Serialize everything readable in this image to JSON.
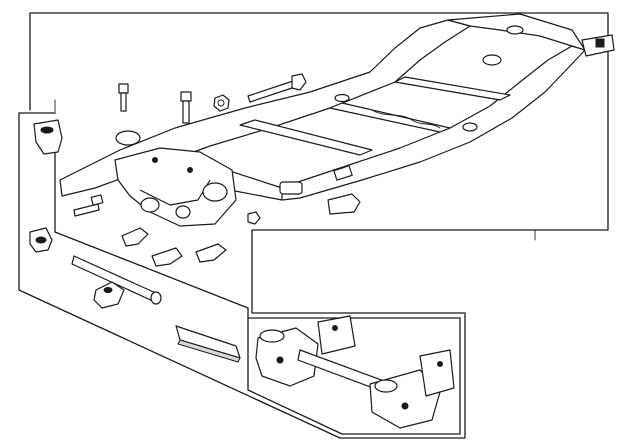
{
  "diagram": {
    "background": "#ffffff",
    "line_color": "#1a1a1a",
    "callout_frames": [
      {
        "name": "main-frame-assembly-box"
      },
      {
        "name": "crossmember-group-bracket"
      },
      {
        "name": "rear-crossmember-detail-box"
      }
    ],
    "parts": [
      {
        "name": "frame-assembly",
        "icon": "chassis-frame-icon"
      },
      {
        "name": "front-crossmember",
        "icon": "crossmember-icon"
      },
      {
        "name": "body-mount-bracket",
        "icon": "bracket-icon"
      },
      {
        "name": "mount-bolt-long",
        "icon": "bolt-icon"
      },
      {
        "name": "mount-bolt-short",
        "icon": "bolt-icon"
      },
      {
        "name": "mount-bolt-center",
        "icon": "bolt-icon"
      },
      {
        "name": "nut",
        "icon": "nut-icon"
      },
      {
        "name": "insulator-upper",
        "icon": "insulator-icon"
      },
      {
        "name": "insulator-lower",
        "icon": "insulator-icon"
      },
      {
        "name": "support-rod",
        "icon": "rod-icon"
      },
      {
        "name": "skid-plate",
        "icon": "skid-plate-icon"
      },
      {
        "name": "rear-bumper-bracket",
        "icon": "bracket-icon"
      },
      {
        "name": "rear-crossmember",
        "icon": "crossmember-icon"
      }
    ]
  }
}
